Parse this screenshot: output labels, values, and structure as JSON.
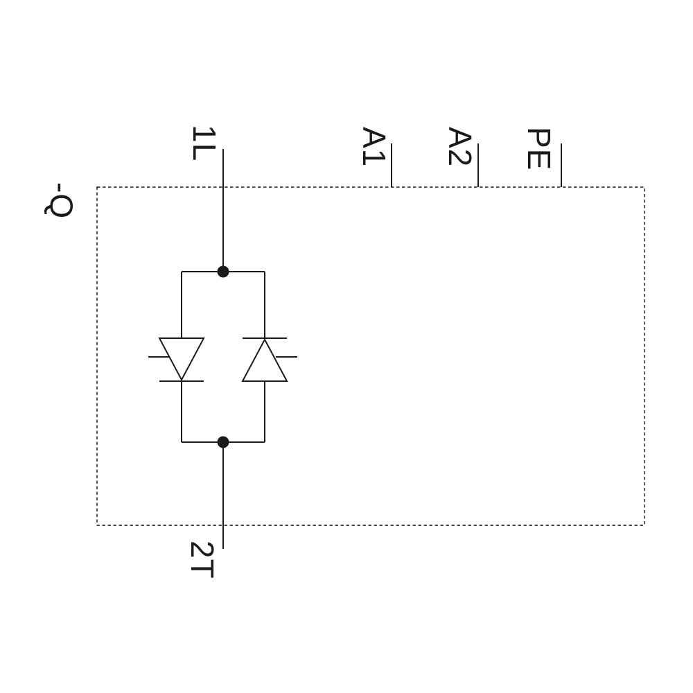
{
  "diagram": {
    "component_label": "-Q",
    "terminals": {
      "load_in": "1L",
      "load_out": "2T",
      "control_a1": "A1",
      "control_a2": "A2",
      "protective_earth": "PE"
    },
    "symbols": {
      "left_branch": "thyristor-conducting-down",
      "right_branch": "thyristor-conducting-up",
      "pair": "anti-parallel-thyristor-pair"
    },
    "colors": {
      "line": "#1a1a1a",
      "background": "#ffffff"
    }
  }
}
